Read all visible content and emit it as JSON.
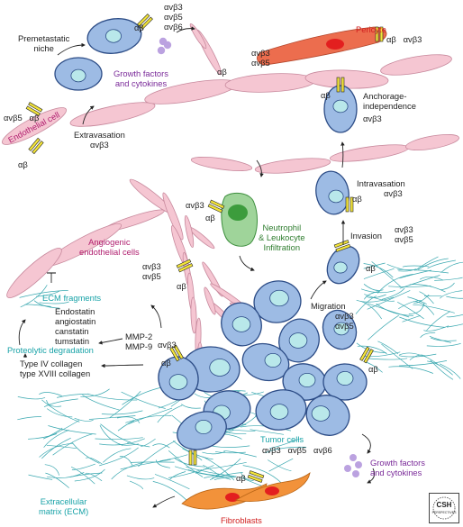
{
  "labels": {
    "premetastatic": [
      "Premetastatic",
      "niche"
    ],
    "growth_top": [
      "Growth factors",
      "and cytokines"
    ],
    "integrins_top": [
      "αvβ3",
      "αvβ5",
      "αvβ6"
    ],
    "ab_top": "αβ",
    "integrins_vessel": [
      "αvβ3",
      "αvβ5"
    ],
    "ab_vessel": "αβ",
    "pericyte": "Pericyte",
    "pericyte_integrins": "αβ   αvβ3",
    "ab_anchor": "αβ",
    "anchorage": [
      "Anchorage-",
      "independence"
    ],
    "anchorage_integrin": "αvβ3",
    "endothelial_cell": "Endothelial cell",
    "integrin_endo_top": "αvβ5   αβ",
    "ab_endo_bottom": "αβ",
    "extravasation": [
      "Extravasation",
      "αvβ3"
    ],
    "ab_intravasation": "αβ",
    "intravasation": [
      "Intravasation",
      "αvβ3"
    ],
    "integrin_neutrophil_left": "αvβ3",
    "ab_neutrophil": "αβ",
    "neutrophil": [
      "Neutrophil",
      "& Leukocyte",
      "Infiltration"
    ],
    "invasion": "Invasion",
    "invasion_integrins": [
      "αvβ3",
      "αvβ5"
    ],
    "ab_invasion": "αβ",
    "angiogenic": [
      "Angiogenic",
      "endothelial cells"
    ],
    "integrins_sprout": [
      "αvβ3",
      "αvβ5"
    ],
    "ab_sprout": "αβ",
    "ecm_fragments": "ECM fragments",
    "fragments_list": [
      "Endostatin",
      "angiostatin",
      "canstatin",
      "tumstatin"
    ],
    "proteolytic": "Proteolytic degradation",
    "collagen": [
      "Type IV collagen",
      "type XVIII collagen"
    ],
    "mmp": [
      "MMP-2",
      "MMP-9"
    ],
    "integrin_mmp": "αvβ3",
    "ab_mmp": "αβ",
    "migration": [
      "Migration",
      "αvβ3",
      "αvβ5"
    ],
    "ab_migration": "αβ",
    "tumor_cells": "Tumor cells",
    "tumor_integrins": "αvβ3   αvβ5   αvβ6",
    "growth_bottom": [
      "Growth factors",
      "and cytokines"
    ],
    "ecm": [
      "Extracellular",
      "matrix (ECM)"
    ],
    "ab_fibroblast": "αβ",
    "fibroblasts": "Fibroblasts",
    "logo": [
      "CSH",
      "PERSPECTIVES"
    ]
  },
  "colors": {
    "cell_fill": "#9dbbe4",
    "cell_stroke": "#2c4c86",
    "nucleus": "#b9e8ea",
    "vessel_fill": "#f5c6d2",
    "vessel_stroke": "#c7889c",
    "integrin": "#f3e43a",
    "pericyte": "#ec6d4e",
    "nucleus_red": "#e31f1f",
    "fibroblast": "#f2923a",
    "neutrophil": "#9fd49a",
    "neutrophil_nucleus": "#3c9c3c",
    "growth_factor": "#bba2e0",
    "ecm_fibers": "#3aa8b0"
  }
}
